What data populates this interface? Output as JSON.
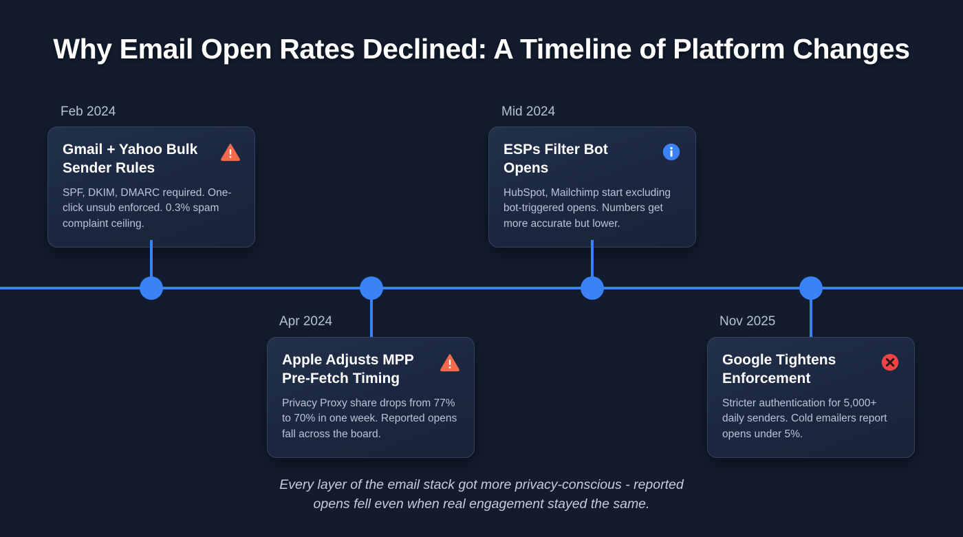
{
  "title": "Why Email Open Rates Declined: A Timeline of Platform Changes",
  "colors": {
    "background": "#121c2e",
    "timeline": "#3b82f6",
    "card_background": "#1b2740",
    "card_border": "#36435c",
    "warning": "#f26a4b",
    "info": "#3b82f6",
    "error": "#ef4444",
    "title_text": "#ffffff",
    "body_text": "#b9c4d6",
    "date_text": "#b6c2d4"
  },
  "timeline": {
    "axis_label": "timeline-axis",
    "events": [
      {
        "date": "Feb 2024",
        "title": "Gmail + Yahoo Bulk Sender Rules",
        "description": "SPF, DKIM, DMARC required. One-click unsub enforced. 0.3% spam complaint ceiling.",
        "icon": "warning-triangle-icon",
        "position": "above"
      },
      {
        "date": "Apr 2024",
        "title": "Apple Adjusts MPP Pre-Fetch Timing",
        "description": "Privacy Proxy share drops from 77% to 70% in one week. Reported opens fall across the board.",
        "icon": "warning-triangle-icon",
        "position": "below"
      },
      {
        "date": "Mid 2024",
        "title": "ESPs Filter Bot Opens",
        "description": "HubSpot, Mailchimp start excluding bot-triggered opens. Numbers get more accurate but lower.",
        "icon": "info-circle-icon",
        "position": "above"
      },
      {
        "date": "Nov 2025",
        "title": "Google Tightens Enforcement",
        "description": "Stricter authentication for 5,000+ daily senders. Cold emailers report opens under 5%.",
        "icon": "error-circle-icon",
        "position": "below"
      }
    ]
  },
  "footer": {
    "line1": "Every layer of the email stack got more privacy-conscious - reported",
    "line2": "opens fell even when real engagement stayed the same."
  }
}
